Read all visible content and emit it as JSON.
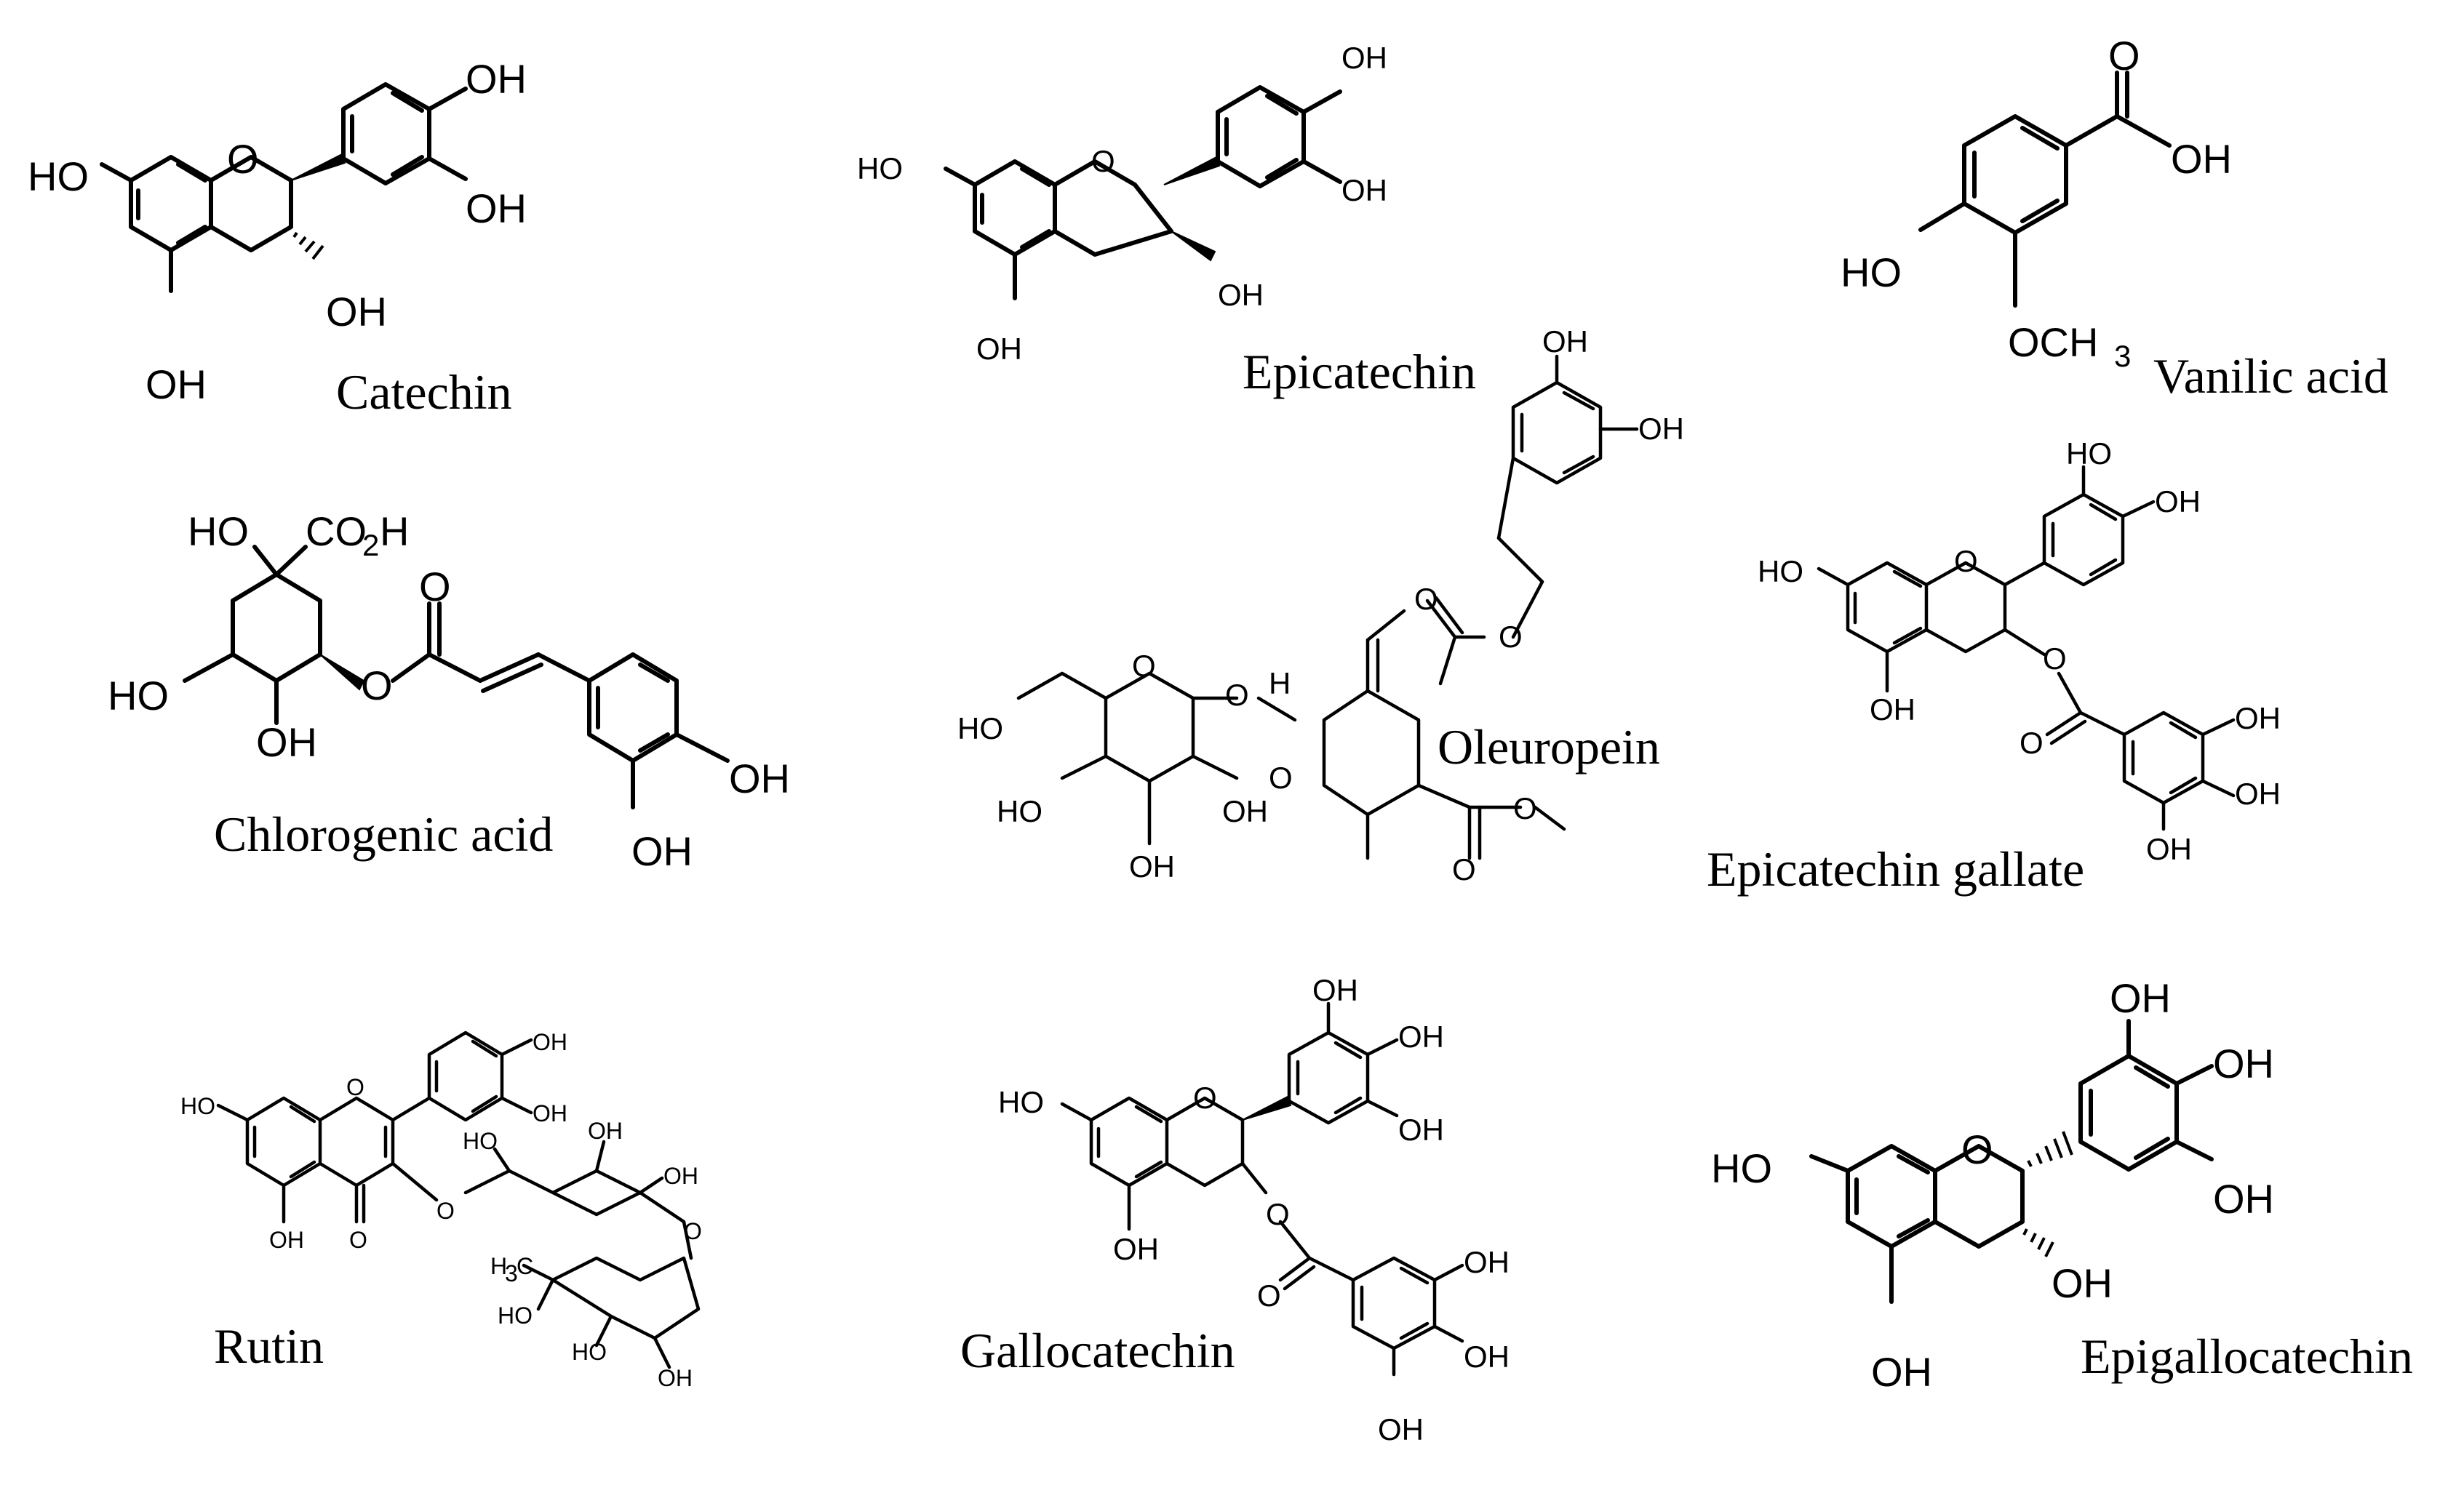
{
  "compounds": [
    {
      "key": "catechin",
      "name": "Catechin"
    },
    {
      "key": "epicatechin",
      "name": "Epicatechin"
    },
    {
      "key": "vanilic",
      "name": "Vanilic acid"
    },
    {
      "key": "chlorogenic",
      "name": "Chlorogenic acid"
    },
    {
      "key": "oleuropein",
      "name": "Oleuropein"
    },
    {
      "key": "ecg",
      "name": "Epicatechin gallate"
    },
    {
      "key": "rutin",
      "name": "Rutin"
    },
    {
      "key": "gallocatechin",
      "name": "Gallocatechin"
    },
    {
      "key": "egc",
      "name": "Epigallocatechin"
    }
  ],
  "atoms": {
    "OH": "OH",
    "HO": "HO",
    "O": "O",
    "H": "H",
    "OCH3": "OCH",
    "three": "3",
    "CO2H": "CO",
    "two": "2",
    "H3C": "H",
    "C": "C"
  }
}
